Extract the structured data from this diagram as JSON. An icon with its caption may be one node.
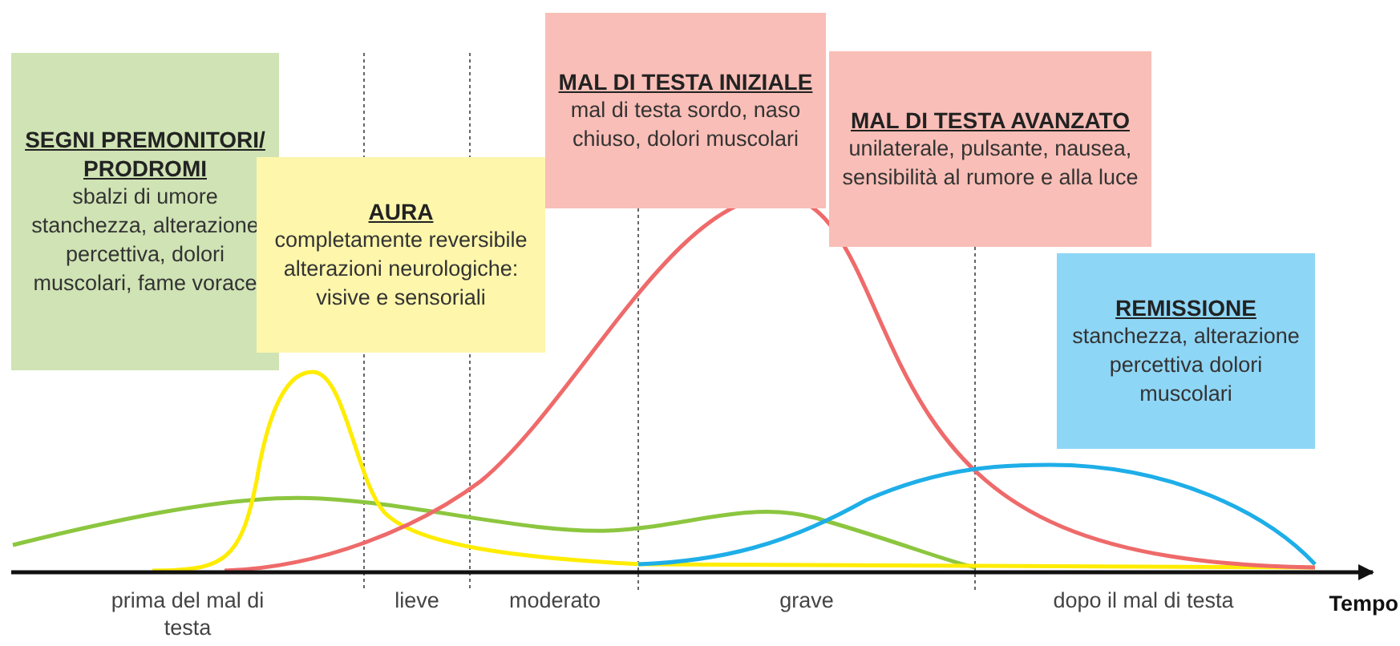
{
  "diagram": {
    "nodes": [
      {
        "text": [
          "SEGNI PREMONITORI/ PRODROMI",
          "sbalzi di umore stanchezza, alterazione percettiva, dolori muscolari, fame vorace"
        ]
      },
      {
        "text": [
          "AURA",
          "completamente reversibile alterazioni neurologiche: visive e sensoriali"
        ]
      },
      {
        "text": [
          "MAL DI TESTA INIZIALE",
          "mal di testa sordo, naso chiuso, dolori muscolari"
        ]
      },
      {
        "text": [
          "MAL DI TESTA AVANZATO",
          "unilaterale, pulsante, nausea, sensibilità al rumore e alla luce"
        ]
      },
      {
        "text": [
          "REMISSIONE",
          "stanchezza, alterazione percettiva dolori muscolari"
        ]
      }
    ],
    "labels": [
      "prima del mal di testa",
      "lieve",
      "moderato",
      "grave",
      "dopo il mal di testa",
      "Tempo"
    ]
  }
}
